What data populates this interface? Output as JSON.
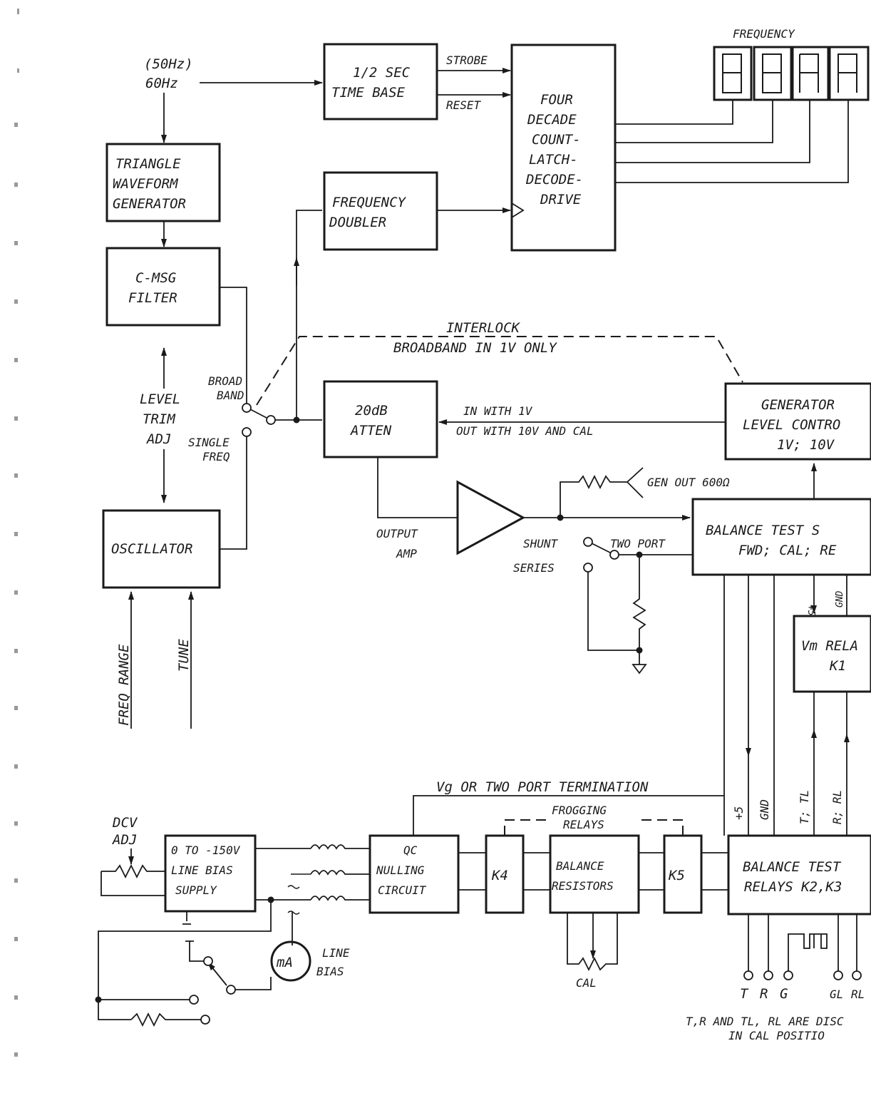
{
  "labels": {
    "mains_50": "(50Hz)",
    "mains_60": "60Hz",
    "strobe": "STROBE",
    "reset": "RESET",
    "timebase_1": "1/2 SEC",
    "timebase_2": "TIME BASE",
    "counter_1": "FOUR",
    "counter_2": "DECADE",
    "counter_3": "COUNT-",
    "counter_4": "LATCH-",
    "counter_5": "DECODE-",
    "counter_6": "DRIVE",
    "frequency": "FREQUENCY",
    "triangle_1": "TRIANGLE",
    "triangle_2": "WAVEFORM",
    "triangle_3": "GENERATOR",
    "doubler_1": "FREQUENCY",
    "doubler_2": "DOUBLER",
    "cmsg_1": "C-MSG",
    "cmsg_2": "FILTER",
    "interlock_1": "INTERLOCK",
    "interlock_2": "BROADBAND IN 1V ONLY",
    "broad_1": "BROAD",
    "broad_2": "BAND",
    "single_1": "SINGLE",
    "single_2": "FREQ",
    "level_1": "LEVEL",
    "level_2": "TRIM",
    "level_3": "ADJ",
    "atten_1": "20dB",
    "atten_2": "ATTEN",
    "in_with": "IN WITH 1V",
    "out_with": "OUT WITH 10V AND CAL",
    "genlevel_1": "GENERATOR",
    "genlevel_2": "LEVEL CONTRO",
    "genlevel_3": "1V; 10V",
    "genout": "GEN OUT 600Ω",
    "oscillator": "OSCILLATOR",
    "output_1": "OUTPUT",
    "output_2": "AMP",
    "shunt": "SHUNT",
    "series": "SERIES",
    "two_port": "TWO PORT",
    "balsw_1": "BALANCE TEST S",
    "balsw_2": "FWD; CAL; RE",
    "plus5_a": "+5",
    "gnd_a": "GND",
    "vm_1": "Vm RELA",
    "vm_2": "K1",
    "freq_range": "FREQ RANGE",
    "tune": "TUNE",
    "vg_term": "Vg OR TWO PORT TERMINATION",
    "plus5_b": "+5",
    "gnd_b": "GND",
    "ttl": "T; TL",
    "rrl": "R; RL",
    "dcv_1": "DCV",
    "dcv_2": "ADJ",
    "bias_1": "0 TO -150V",
    "bias_2": "LINE BIAS",
    "bias_3": "SUPPLY",
    "qc_1": "QC",
    "qc_2": "NULLING",
    "qc_3": "CIRCUIT",
    "frogging_1": "FROGGING",
    "frogging_2": "RELAYS",
    "k4": "K4",
    "balres_1": "BALANCE",
    "balres_2": "RESISTORS",
    "k5": "K5",
    "balrel_1": "BALANCE TEST",
    "balrel_2": "RELAYS K2,K3",
    "cal": "CAL",
    "ma": "mA",
    "linebias_1": "LINE",
    "linebias_2": "BIAS",
    "t": "T",
    "r": "R",
    "g": "G",
    "gl": "GL",
    "rl": "RL",
    "note_1": "T,R AND TL, RL ARE DISC",
    "note_2": "IN CAL POSITIO"
  }
}
